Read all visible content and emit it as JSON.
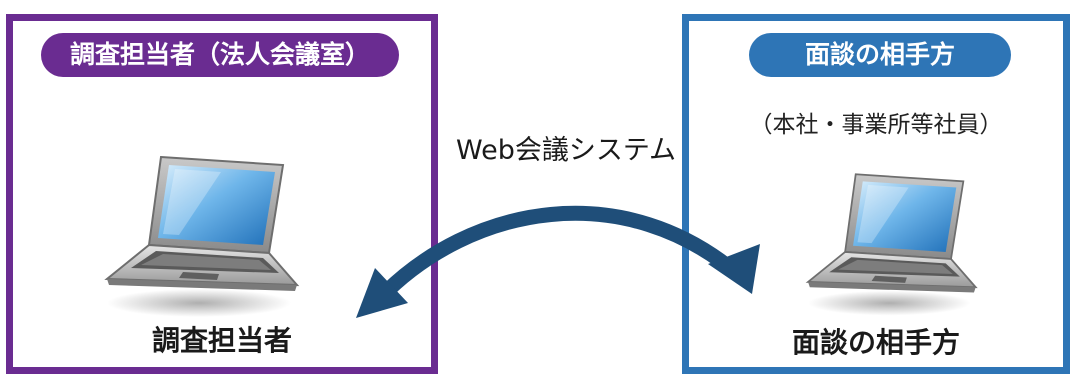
{
  "left_panel": {
    "header": "調査担当者（法人会議室）",
    "device_label": "調査担当者",
    "border_color": "#6a2c91"
  },
  "right_panel": {
    "header": "面談の相手方",
    "subtitle": "（本社・事業所等社員）",
    "device_label": "面談の相手方",
    "border_color": "#2e75b6"
  },
  "connection": {
    "label": "Web会議システム",
    "arrow_color": "#1f4e79",
    "direction": "bidirectional"
  },
  "icons": {
    "left_device": "laptop-icon",
    "right_device": "laptop-icon"
  }
}
